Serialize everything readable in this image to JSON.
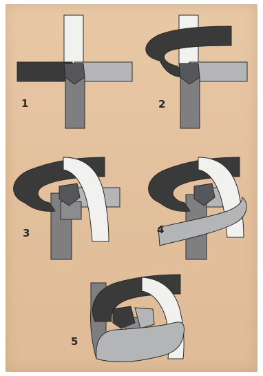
{
  "steps": [
    {
      "label": "1"
    },
    {
      "label": "2"
    },
    {
      "label": "3"
    },
    {
      "label": "4"
    },
    {
      "label": "5"
    }
  ],
  "colors": {
    "background": "#e4c19e",
    "strip_dark": "#3a3a3a",
    "strip_mid": "#7f7f82",
    "strip_light": "#b4b5b7",
    "strip_white": "#f1f1ef",
    "outline": "#2a2a2a"
  }
}
